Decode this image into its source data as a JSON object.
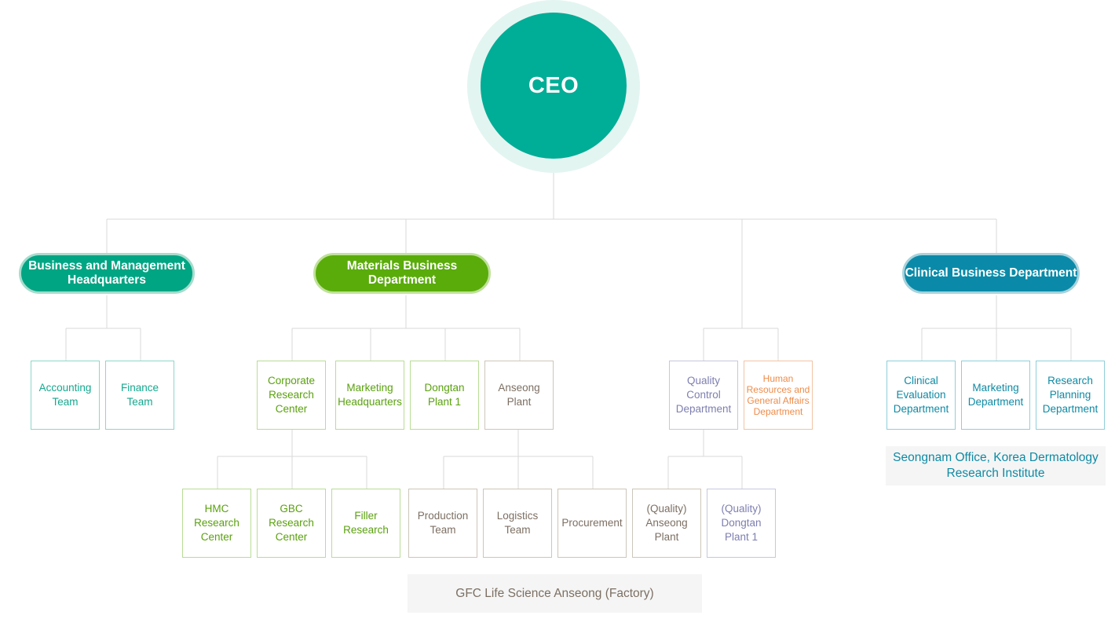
{
  "ceo": "CEO",
  "divisions": {
    "business_mgmt": "Business and Management Headquarters",
    "materials": "Materials Business Department",
    "clinical": "Clinical Business Department"
  },
  "teams": {
    "accounting": "Accounting Team",
    "finance": "Finance Team",
    "corporate_research": "Corporate Research Center",
    "marketing_hq": "Marketing Headquarters",
    "dongtan_plant1": "Dongtan Plant 1",
    "anseong_plant": "Anseong Plant",
    "quality_control": "Quality Control Department",
    "hr_general_affairs": "Human Resources and General Affairs Department",
    "clinical_evaluation": "Clinical Evaluation Department",
    "marketing_dept": "Marketing Department",
    "research_planning": "Research Planning Department"
  },
  "subteams": {
    "hmc_research": "HMC Research Center",
    "gbc_research": "GBC Research Center",
    "filler_research": "Filler Research",
    "production": "Production Team",
    "logistics": "Logistics Team",
    "procurement": "Procurement",
    "quality_anseong": "(Quality) Anseong Plant",
    "quality_dongtan": "(Quality) Dongtan Plant 1"
  },
  "captions": {
    "factory": "GFC Life Science Anseong (Factory)",
    "seongnam": "Seongnam Office, Korea Dermatology Research Institute"
  },
  "colors": {
    "ceo": "#00ad96",
    "business_mgmt": "#00a583",
    "materials": "#5aac0a",
    "clinical": "#0a8aa8",
    "hr": "#ee8c49"
  }
}
